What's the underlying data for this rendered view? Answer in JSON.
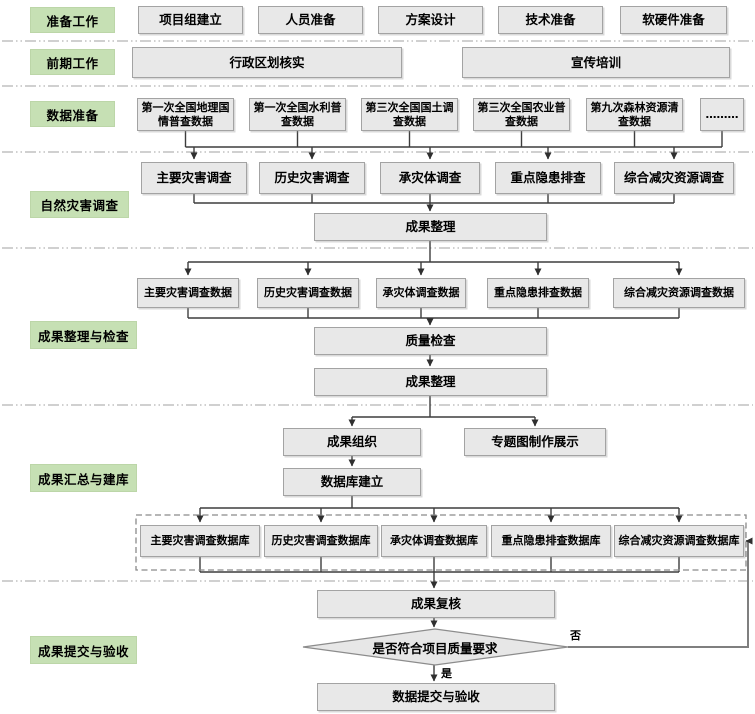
{
  "diagram_type": "flowchart",
  "colors": {
    "section_label_green": "#c6e0b4",
    "process_box_gray": "#e8e8e8",
    "box_border_gray": "#a3a3a3",
    "connector_dark": "#3d3d3d",
    "feedback_line_gray": "#7f7f7f",
    "separator_gray": "#b3b3b3"
  },
  "sections": {
    "prep": {
      "label": "准备工作",
      "boxes": [
        "项目组建立",
        "人员准备",
        "方案设计",
        "技术准备",
        "软硬件准备"
      ]
    },
    "early": {
      "label": "前期工作",
      "boxes": [
        "行政区划核实",
        "宣传培训"
      ]
    },
    "data": {
      "label": "数据准备",
      "boxes": [
        "第一次全国地理国情普查数据",
        "第一次全国水利普查数据",
        "第三次全国国土调查数据",
        "第三次全国农业普查数据",
        "第九次森林资源清查数据",
        "………"
      ]
    },
    "survey": {
      "label": "自然灾害调查",
      "boxes": [
        "主要灾害调查",
        "历史灾害调查",
        "承灾体调查",
        "重点隐患排查",
        "综合减灾资源调查"
      ],
      "merge": "成果整理"
    },
    "check": {
      "label": "成果整理与检查",
      "boxes": [
        "主要灾害调查数据",
        "历史灾害调查数据",
        "承灾体调查数据",
        "重点隐患排查数据",
        "综合减灾资源调查数据"
      ],
      "quality": "质量检查",
      "arrange": "成果整理"
    },
    "build": {
      "label": "成果汇总与建库",
      "organize": "成果组织",
      "thematic": "专题图制作展示",
      "dbbuild": "数据库建立",
      "dbs": [
        "主要灾害调查数据库",
        "历史灾害调查数据库",
        "承灾体调查数据库",
        "重点隐患排查数据库",
        "综合减灾资源调查数据库"
      ]
    },
    "submit": {
      "label": "成果提交与验收",
      "review": "成果复核",
      "decision": "是否符合项目质量要求",
      "yes": "是",
      "no": "否",
      "final": "数据提交与验收"
    }
  }
}
